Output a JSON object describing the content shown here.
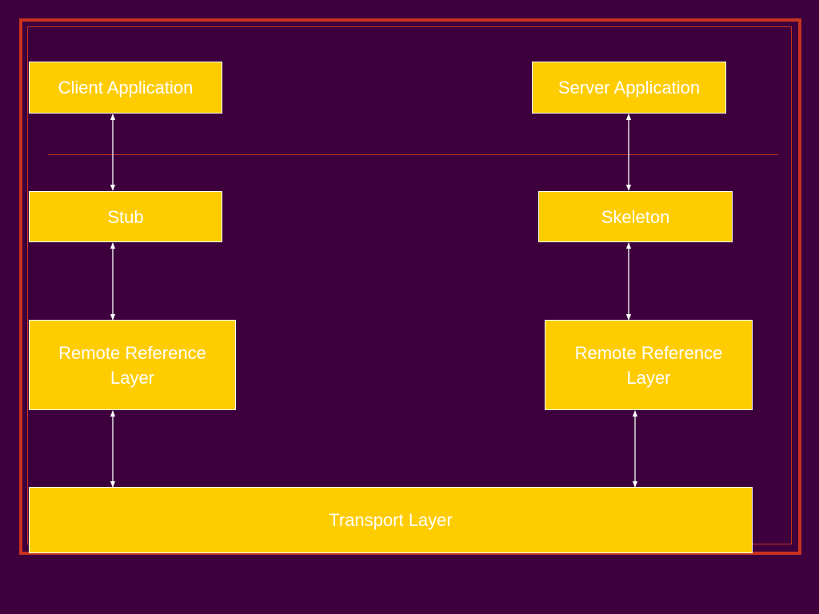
{
  "colors": {
    "background": "#3d003d",
    "frame": "#c8321e",
    "box_fill": "#ffcc00",
    "text": "#ffffff"
  },
  "client": {
    "application": "Client Application",
    "stub": "Stub",
    "remote_reference_line1": "Remote Reference",
    "remote_reference_line2": "Layer"
  },
  "server": {
    "application": "Server Application",
    "skeleton": "Skeleton",
    "remote_reference_line1": "Remote Reference",
    "remote_reference_line2": "Layer"
  },
  "transport": {
    "label": "Transport Layer"
  }
}
